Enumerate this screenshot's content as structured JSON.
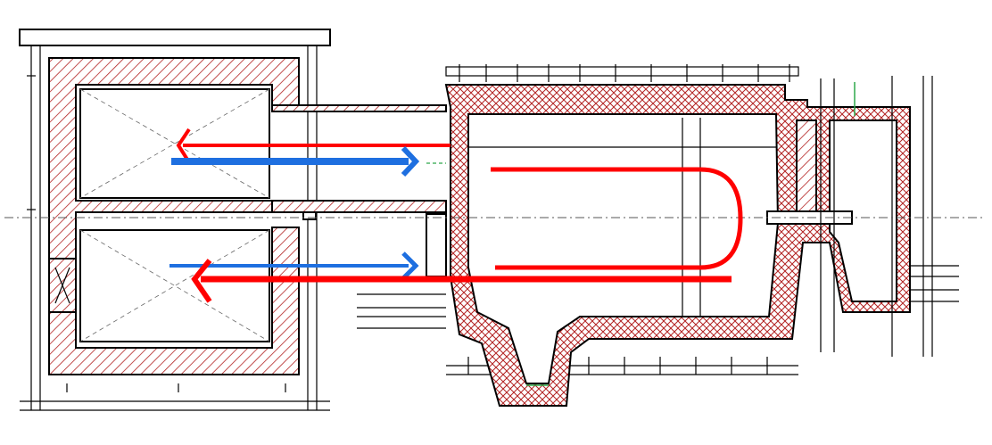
{
  "colors": {
    "background": "#ffffff",
    "outline": "#000000",
    "refractory_hatch": "#b22222",
    "hot_flow": "#ff0000",
    "cold_flow": "#1e6fe0",
    "marker": "#2ea84a"
  },
  "flows": [
    {
      "name": "hot-return-upper",
      "color_key": "hot_flow"
    },
    {
      "name": "cold-supply-upper",
      "color_key": "cold_flow"
    },
    {
      "name": "hot-u-loop",
      "color_key": "hot_flow"
    },
    {
      "name": "cold-supply-lower",
      "color_key": "cold_flow"
    },
    {
      "name": "hot-return-lower",
      "color_key": "hot_flow"
    }
  ]
}
